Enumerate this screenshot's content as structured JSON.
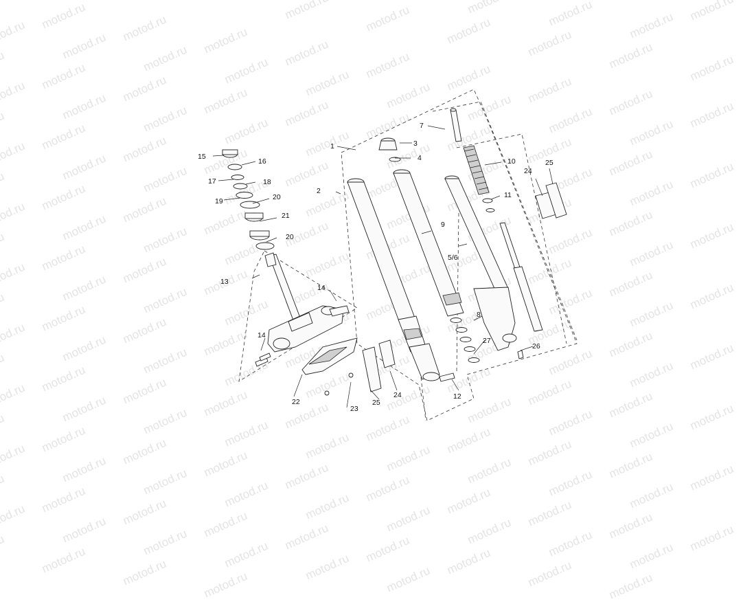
{
  "watermark": {
    "text": "motod.ru",
    "color": "#e4e4e4"
  },
  "callouts": {
    "c1": "1",
    "c2": "2",
    "c3": "3",
    "c4": "4",
    "c5_6": "5/6",
    "c7": "7",
    "c8": "8",
    "c9": "9",
    "c10": "10",
    "c11": "11",
    "c12": "12",
    "c13": "13",
    "c14a": "14",
    "c14b": "14",
    "c15": "15",
    "c16": "16",
    "c17": "17",
    "c18": "18",
    "c19": "19",
    "c20a": "20",
    "c20b": "20",
    "c21": "21",
    "c22": "22",
    "c23": "23",
    "c24a": "24",
    "c24b": "24",
    "c25a": "25",
    "c25b": "25",
    "c26": "26",
    "c27": "27"
  }
}
